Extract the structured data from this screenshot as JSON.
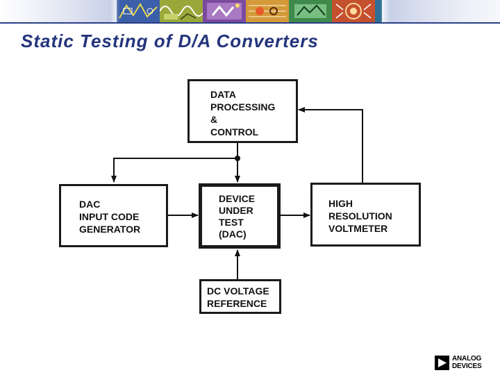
{
  "title": "Static Testing of D/A Converters",
  "banner": {
    "description_icons": [
      "banner-circuit-tile",
      "banner-waveform-tile",
      "banner-dsp-tile",
      "banner-interface-tile",
      "banner-mems-tile",
      "banner-rf-tile",
      "banner-power-tile"
    ],
    "colors": [
      "#2a4d9e",
      "#8a9a2b",
      "#6a3d8f",
      "#c9892a",
      "#3f7a3a",
      "#c44a2a",
      "#2a6f8f"
    ]
  },
  "diagram": {
    "blocks": {
      "data_processing": "DATA\nPROCESSING\n&\nCONTROL",
      "dac_input_code_generator": "DAC\nINPUT CODE\nGENERATOR",
      "device_under_test": "DEVICE\nUNDER\nTEST\n(DAC)",
      "high_resolution_voltmeter": "HIGH\nRESOLUTION\nVOLTMETER",
      "dc_voltage_reference": "DC VOLTAGE\nREFERENCE"
    }
  },
  "logo": {
    "text": "ANALOG\nDEVICES"
  }
}
